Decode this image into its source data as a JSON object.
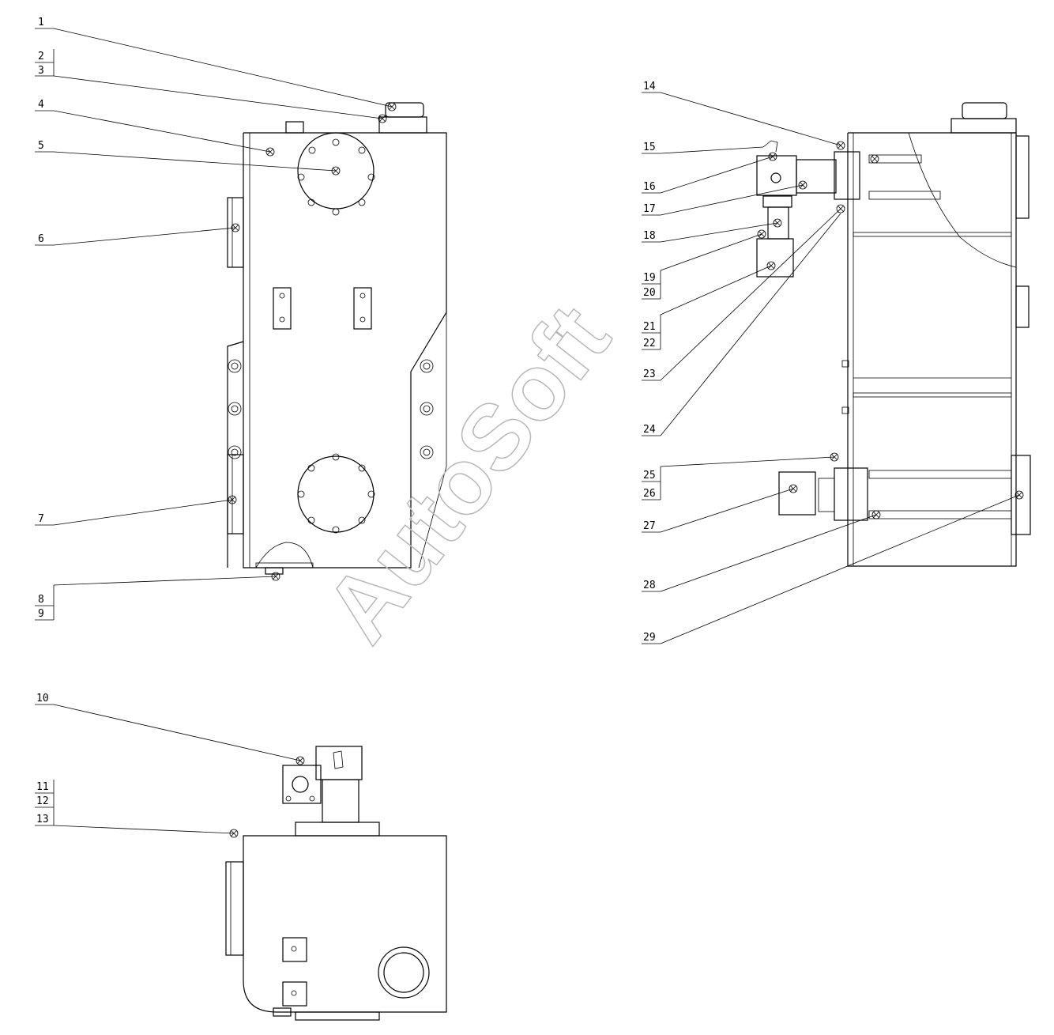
{
  "watermark": "AutoSoft",
  "callouts": {
    "c1": "1",
    "c2": "2",
    "c3": "3",
    "c4": "4",
    "c5": "5",
    "c6": "6",
    "c7": "7",
    "c8": "8",
    "c9": "9",
    "c10": "10",
    "c11": "11",
    "c12": "12",
    "c13": "13",
    "c14": "14",
    "c15": "15",
    "c16": "16",
    "c17": "17",
    "c18": "18",
    "c19": "19",
    "c20": "20",
    "c21": "21",
    "c22": "22",
    "c23": "23",
    "c24": "24",
    "c25": "25",
    "c26": "26",
    "c27": "27",
    "c28": "28",
    "c29": "29"
  }
}
